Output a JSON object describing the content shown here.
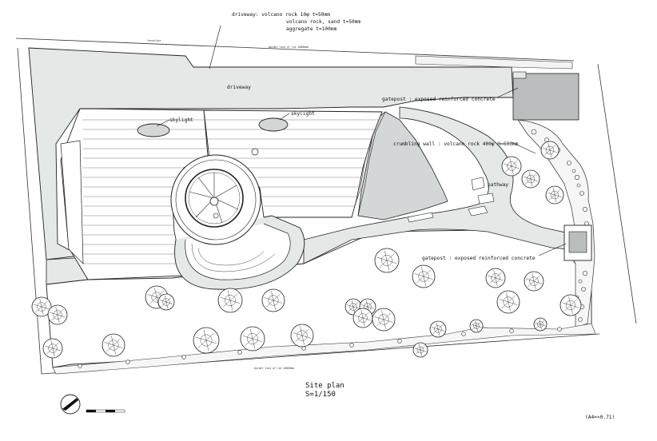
{
  "labels": {
    "driveway_spec_1": "driveway: volcano rock 10φ  t=50mm",
    "driveway_spec_2": "volcano rock, sand  t=50mm",
    "driveway_spec_3": "aggregate t=100mm",
    "driveway": "driveway",
    "fenceline": "fenceline",
    "skylight_1": "skylight",
    "skylight_2": "skylight",
    "gatepost_top": "gatepost : exposed reinforced concrete",
    "crumbling_wall": "crumbling wall : volcano rock 400φ H=600mm",
    "pathway": "pathway",
    "gatepost_bottom": "gatepost : exposed reinforced concrete",
    "title_1": "Site plan",
    "title_2": "S=1/150",
    "scale_note": "(A4=×0.71)",
    "border_top": "border line of lot 20000mm",
    "border_bottom": "border line of lot 20000mm"
  },
  "colors": {
    "driveway_fill": "#e4e9e8",
    "wall_shadow": "#d4d7d7",
    "gate_dark": "#b9bdbd",
    "line": "#222222"
  },
  "icons": [
    "north-arrow-icon",
    "scale-bar-icon",
    "tree-icon"
  ]
}
